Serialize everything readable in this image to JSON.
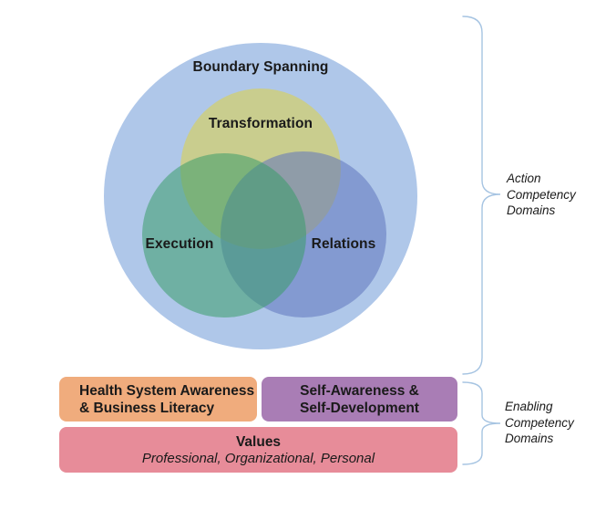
{
  "figure": {
    "venn": {
      "outer_label": "Boundary Spanning",
      "transformation_label": "Transformation",
      "execution_label": "Execution",
      "relations_label": "Relations"
    },
    "boxes": {
      "health": {
        "line1": "Health System Awareness",
        "line2": "& Business Literacy"
      },
      "self": {
        "line1": "Self-Awareness &",
        "line2": "Self-Development"
      },
      "values": {
        "title": "Values",
        "subtitle": "Professional, Organizational, Personal"
      }
    },
    "brackets": {
      "action": {
        "line1": "Action",
        "line2": "Competency",
        "line3": "Domains"
      },
      "enabling": {
        "line1": "Enabling",
        "line2": "Competency",
        "line3": "Domains"
      }
    }
  },
  "colors": {
    "outer_ellipse": "#AFC7E9",
    "transformation_circle": "#DBD052",
    "execution_circle": "#3B9C6A",
    "relations_circle": "#5F74BE",
    "health_box": "#F0AC7D",
    "self_box": "#A97DB5",
    "values_box": "#E78C99",
    "brace": "#A6C4E2",
    "text": "#1A1A1A"
  }
}
